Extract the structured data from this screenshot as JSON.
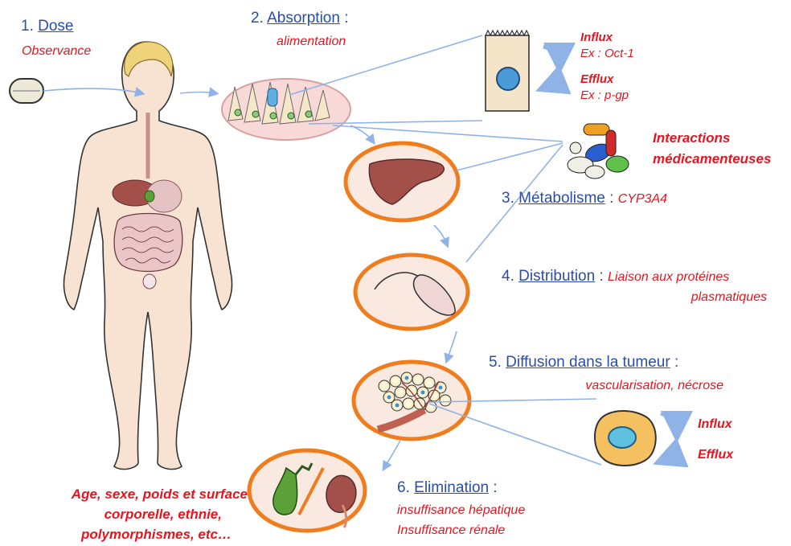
{
  "steps": {
    "dose": {
      "num": "1.",
      "title": "Dose",
      "sub": "Observance"
    },
    "absorption": {
      "num": "2.",
      "title": "Absorption",
      "colon": ":",
      "sub": "alimentation"
    },
    "metabolisme": {
      "num": "3.",
      "title": "Métabolisme",
      "colon": ":",
      "sub": "CYP3A4"
    },
    "distribution": {
      "num": "4.",
      "title": "Distribution",
      "colon": ":",
      "sub1": "Liaison aux protéines",
      "sub2": "plasmatiques"
    },
    "diffusion": {
      "num": "5.",
      "title": "Diffusion dans la tumeur",
      "colon": ":",
      "sub": "vascularisation, nécrose"
    },
    "elimination": {
      "num": "6.",
      "title": "Elimination",
      "colon": ":",
      "sub1": "insuffisance hépatique",
      "sub2": "Insuffisance rénale"
    }
  },
  "transport_top": {
    "influx": "Influx",
    "influx_ex": "Ex : Oct-1",
    "efflux": "Efflux",
    "efflux_ex": "Ex : p-gp"
  },
  "interactions": {
    "line1": "Interactions",
    "line2": "médicamenteuses"
  },
  "transport_tumor": {
    "influx": "Influx",
    "efflux": "Efflux"
  },
  "factors": {
    "line1": "Age, sexe, poids et surface",
    "line2": "corporelle, ethnie,",
    "line3": "polymorphismes, etc…"
  },
  "colors": {
    "title_blue": "#2a4dab",
    "note_red": "#e8141e",
    "circle_orange": "#ef7d1e",
    "arrow_blue": "#8fb3e6",
    "skin": "#f8e3d2"
  }
}
